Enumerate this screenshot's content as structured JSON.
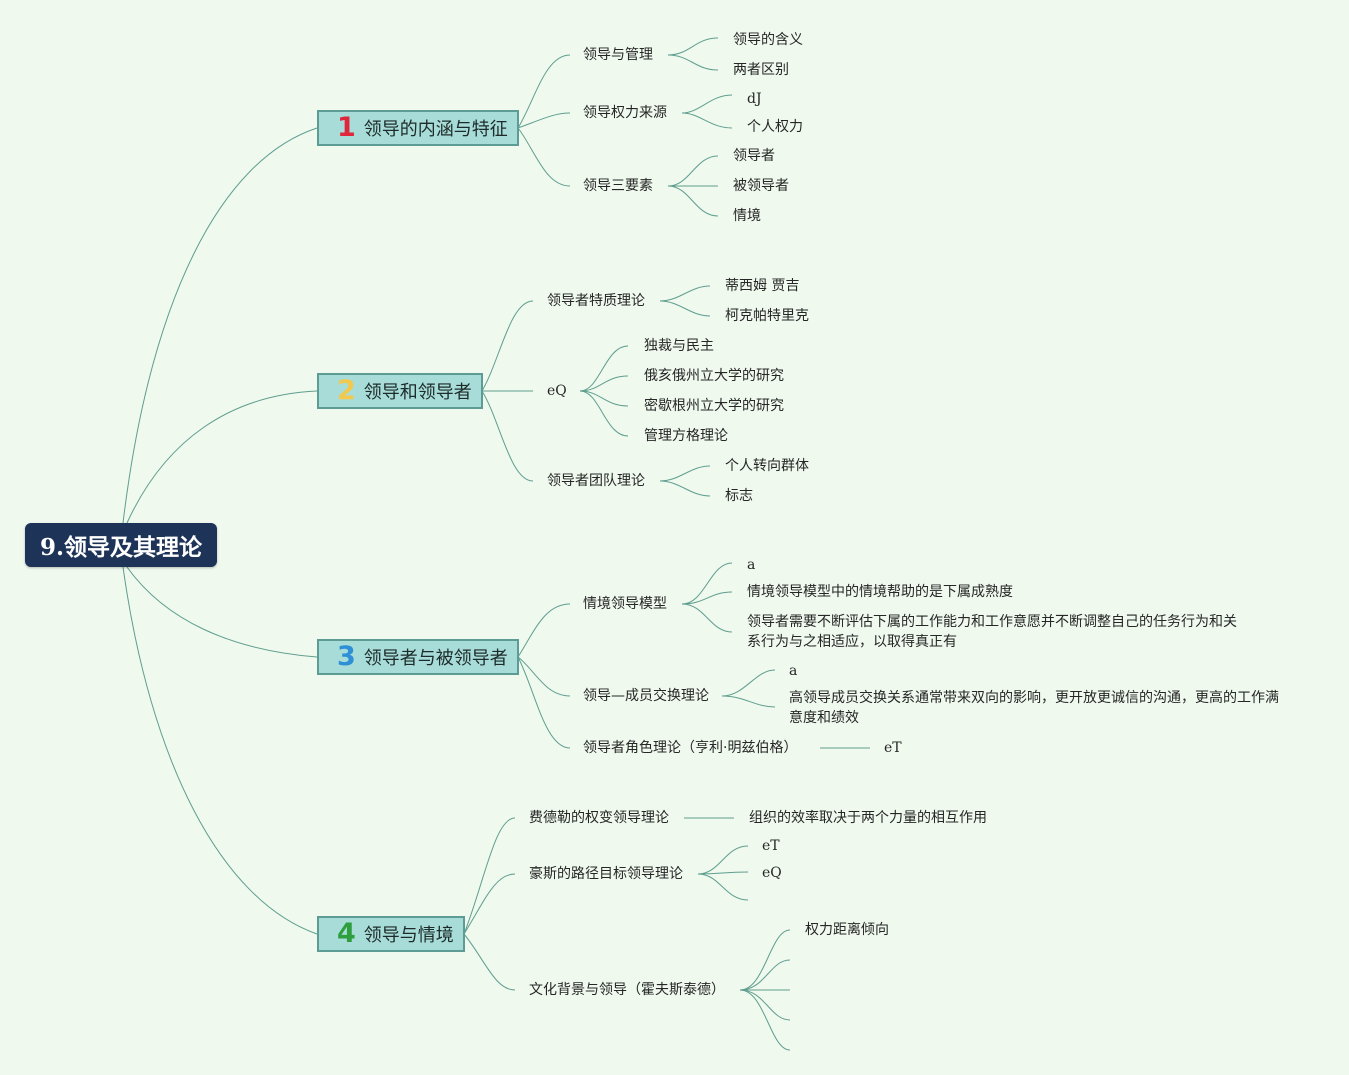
{
  "root": {
    "label": "9.领导及其理论"
  },
  "branches": [
    {
      "num": "1",
      "num_color": "#e0263a",
      "label": "领导的内涵与特征",
      "children": [
        {
          "label": "领导与管理",
          "children": [
            "领导的含义",
            "两者区别"
          ]
        },
        {
          "label": "领导权力来源",
          "children": [
            "dJ",
            "个人权力"
          ]
        },
        {
          "label": "领导三要素",
          "children": [
            "领导者",
            "被领导者",
            "情境"
          ]
        }
      ]
    },
    {
      "num": "2",
      "num_color": "#f2c94c",
      "label": "领导和领导者",
      "children": [
        {
          "label": "领导者特质理论",
          "children": [
            "蒂西姆 贾吉",
            "柯克帕特里克"
          ]
        },
        {
          "label": "eQ",
          "children": [
            "独裁与民主",
            "俄亥俄州立大学的研究",
            "密歇根州立大学的研究",
            "管理方格理论"
          ]
        },
        {
          "label": "领导者团队理论",
          "children": [
            "个人转向群体",
            "标志"
          ]
        }
      ]
    },
    {
      "num": "3",
      "num_color": "#2f8fd6",
      "label": "领导者与被领导者",
      "children": [
        {
          "label": "情境领导模型",
          "children": [
            "a",
            "情境领导模型中的情境帮助的是下属成熟度",
            "领导者需要不断评估下属的工作能力和工作意愿并不断调整自己的任务行为和关系行为与之相适应，以取得真正有"
          ]
        },
        {
          "label": "领导—成员交换理论",
          "children": [
            "a",
            "高领导成员交换关系通常带来双向的影响，更开放更诚信的沟通，更高的工作满意度和绩效"
          ]
        },
        {
          "label": "领导者角色理论（亨利·明兹伯格）",
          "children": [
            "eT"
          ]
        }
      ]
    },
    {
      "num": "4",
      "num_color": "#2e9e3e",
      "label": "领导与情境",
      "children": [
        {
          "label": "费德勒的权变领导理论",
          "children": [
            "组织的效率取决于两个力量的相互作用"
          ]
        },
        {
          "label": "豪斯的路径目标领导理论",
          "children": [
            "eT",
            "eQ"
          ]
        },
        {
          "label": "文化背景与领导（霍夫斯泰德）",
          "children": [
            "权力距离倾向"
          ]
        }
      ]
    }
  ],
  "colors": {
    "background": "#eff9ee",
    "root": "#1d3357",
    "branch_fill": "#a8dcd8",
    "branch_border": "#5c9c95",
    "line": "#5f9e8f"
  }
}
